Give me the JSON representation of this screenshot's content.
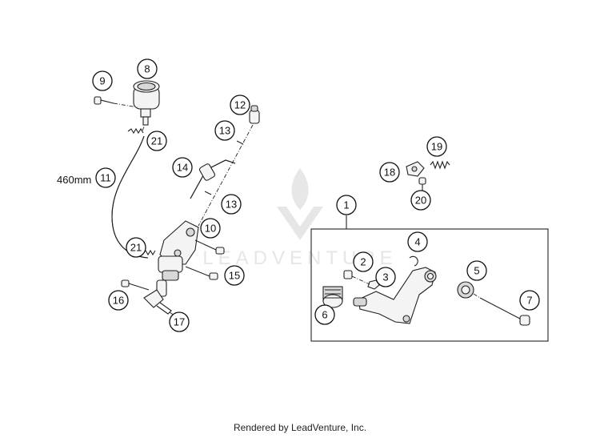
{
  "callouts": [
    "1",
    "2",
    "3",
    "4",
    "5",
    "6",
    "7",
    "8",
    "9",
    "10",
    "11",
    "12",
    "13",
    "14",
    "15",
    "16",
    "17",
    "18",
    "19",
    "20",
    "21"
  ],
  "hose_length_label": "460mm",
  "watermark_text": "LEADVENTURE",
  "footer": "Rendered by LeadVenture, Inc."
}
